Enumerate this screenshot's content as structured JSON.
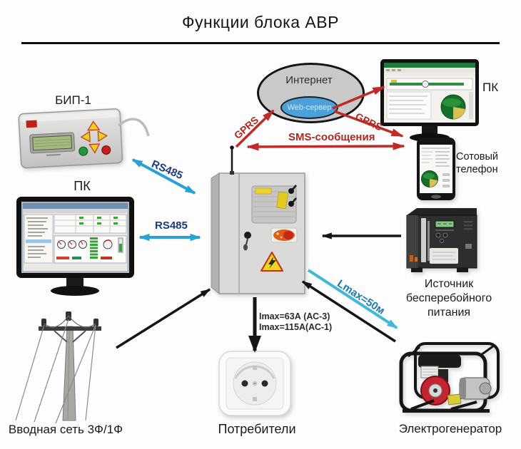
{
  "title": "Функции блока АВР",
  "nodes": {
    "bip": {
      "label": "БИП-1"
    },
    "pc_left": {
      "label": "ПК"
    },
    "pole": {
      "label": "Вводная сеть 3Ф/1Ф"
    },
    "internet": {
      "label": "Интернет",
      "server": "Web-сервер"
    },
    "pc_right": {
      "label": "ПК"
    },
    "phone": {
      "lines": [
        "Сотовый",
        "телефон"
      ]
    },
    "ups": {
      "lines": [
        "Источник",
        "бесперебойного",
        "питания"
      ]
    },
    "generator": {
      "label": "Электрогенератор"
    },
    "socket": {
      "label": "Потребители"
    }
  },
  "links": {
    "rs485_bip": {
      "label": "RS485"
    },
    "rs485_pc": {
      "label": "RS485"
    },
    "gprs_cloud": {
      "label": "GPRS"
    },
    "gprs_phone": {
      "label": "GPRS"
    },
    "sms": {
      "label": "SMS-сообщения"
    },
    "lmax": {
      "label": "Lmax=50м"
    },
    "imax": {
      "lines": [
        "Imax=63А (АС-3)",
        "Imax=115А(АС-1)"
      ]
    }
  },
  "colors": {
    "red_arrow": "#c02b28",
    "blue_arrow": "#2aa0d8",
    "lmax_arrow": "#3fb8dc",
    "black_arrow": "#151515",
    "rs485_text": "#1c3a80",
    "red_text": "#b02820",
    "lmax_text": "#1b7cb0",
    "cloud_fill": "#c9c9c9",
    "webserver_fill": "#4da1d9"
  }
}
